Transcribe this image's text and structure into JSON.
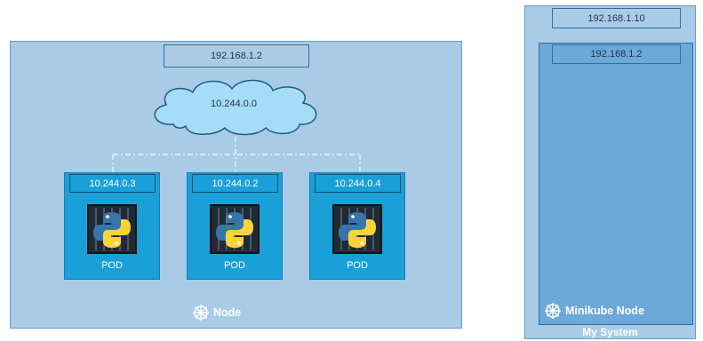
{
  "node": {
    "ip": "192.168.1.2",
    "label": "Node",
    "network": {
      "cidr": "10.244.0.0"
    },
    "pods": [
      {
        "ip": "10.244.0.3",
        "label": "POD",
        "icon": "python-container-icon"
      },
      {
        "ip": "10.244.0.2",
        "label": "POD",
        "icon": "python-container-icon"
      },
      {
        "ip": "10.244.0.4",
        "label": "POD",
        "icon": "python-container-icon"
      }
    ]
  },
  "system": {
    "ip": "192.168.1.10",
    "label": "My System",
    "minikube_node": {
      "ip": "192.168.1.2",
      "label": "Minikube Node"
    }
  },
  "colors": {
    "node_fill": "#a9cbe6",
    "pod_fill": "#1aa0d8",
    "minikube_fill": "#6ca9d8",
    "outline": "#2f6fa6",
    "cloud_fill": "#a6dcf5"
  }
}
